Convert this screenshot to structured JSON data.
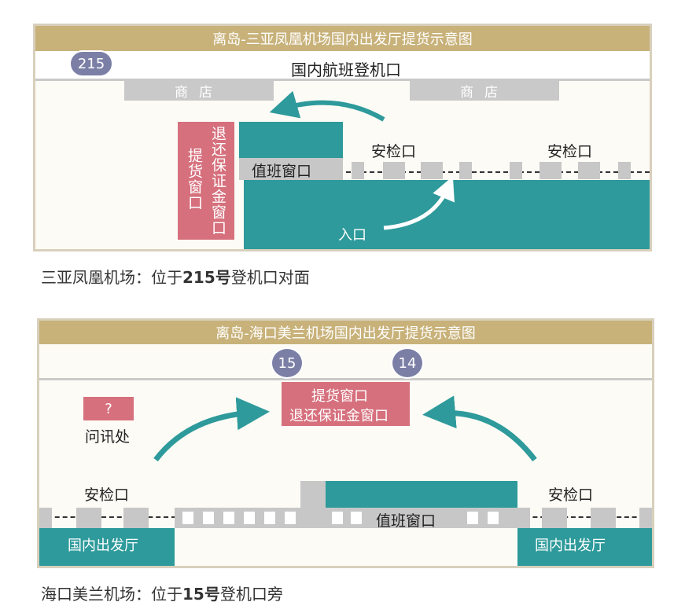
{
  "map1": {
    "title": "离岛-三亚凤凰机场国内出发厅提货示意图",
    "gate_badge": "215",
    "gate_area_label": "国内航班登机口",
    "shop_left": "商店",
    "shop_right": "商店",
    "pickup_window": "提货窗口",
    "refund_window": "退还保证金窗口",
    "duty_window": "值班窗口",
    "security_left": "安检口",
    "security_right": "安检口",
    "entrance": "入口",
    "caption_prefix": "三亚凤凰机场：位于",
    "caption_bold": "215号",
    "caption_suffix": "登机口对面"
  },
  "map2": {
    "title": "离岛-海口美兰机场国内出发厅提货示意图",
    "gate_badge_a": "15",
    "gate_badge_b": "14",
    "info_symbol": "?",
    "info_label": "问讯处",
    "pickup_window": "提货窗口",
    "refund_window": "退还保证金窗口",
    "security_left": "安检口",
    "security_right": "安检口",
    "duty_window": "值班窗口",
    "hall_left": "国内出发厅",
    "hall_right": "国内出发厅",
    "caption_prefix": "海口美兰机场：位于",
    "caption_bold": "15号",
    "caption_suffix": "登机口旁"
  },
  "colors": {
    "teal": "#2e9a9b",
    "gold": "#c8b27a",
    "pink": "#d6707d",
    "badge": "#7b7fa6",
    "grey": "#c7c7c7"
  },
  "icons": [
    "arrow-curved-icon"
  ]
}
